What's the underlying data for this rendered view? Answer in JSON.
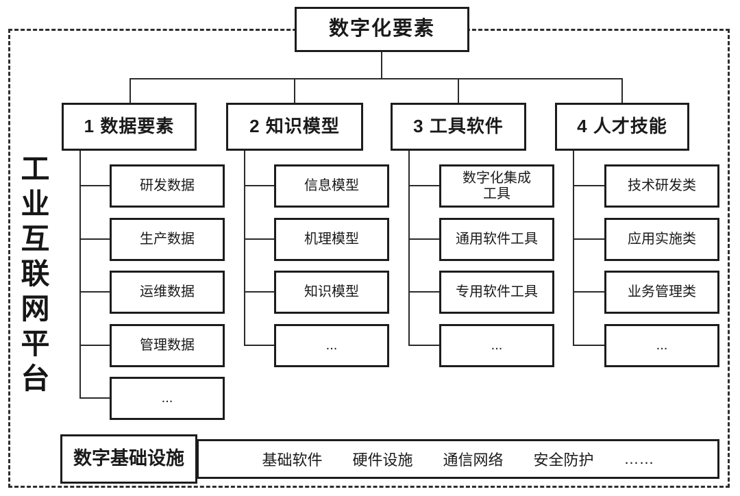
{
  "root": {
    "title": "数字化要素"
  },
  "platform": {
    "label": "工业互联网平台"
  },
  "columns": [
    {
      "label": "1 数据要素",
      "children": [
        "研发数据",
        "生产数据",
        "运维数据",
        "管理数据",
        "..."
      ]
    },
    {
      "label": "2 知识模型",
      "children": [
        "信息模型",
        "机理模型",
        "知识模型",
        "..."
      ]
    },
    {
      "label": "3 工具软件",
      "children": [
        "数字化集成\n工具",
        "通用软件工具",
        "专用软件工具",
        "..."
      ]
    },
    {
      "label": "4 人才技能",
      "children": [
        "技术研发类",
        "应用实施类",
        "业务管理类",
        "..."
      ]
    }
  ],
  "infrastructure": {
    "label": "数字基础设施",
    "items": [
      "基础软件",
      "硬件设施",
      "通信网络",
      "安全防护",
      "……"
    ]
  }
}
